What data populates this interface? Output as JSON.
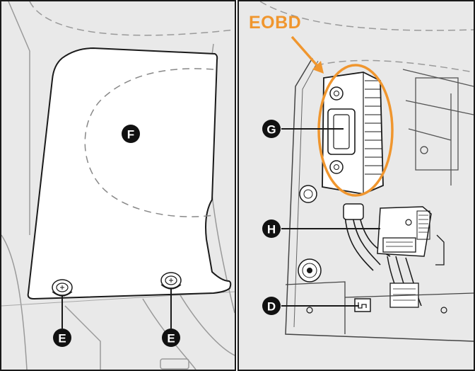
{
  "left_panel": {
    "callouts": [
      {
        "id": "F",
        "label": "F"
      },
      {
        "id": "E1",
        "label": "E"
      },
      {
        "id": "E2",
        "label": "E"
      }
    ]
  },
  "right_panel": {
    "highlight_label": "EOBD",
    "callouts": [
      {
        "id": "G",
        "label": "G"
      },
      {
        "id": "H",
        "label": "H"
      },
      {
        "id": "D",
        "label": "D"
      }
    ]
  },
  "colors": {
    "highlight": "#f0962e",
    "panel_background": "#e9e9e9",
    "line": "#1a1a1a",
    "cover_fill": "#ffffff"
  }
}
